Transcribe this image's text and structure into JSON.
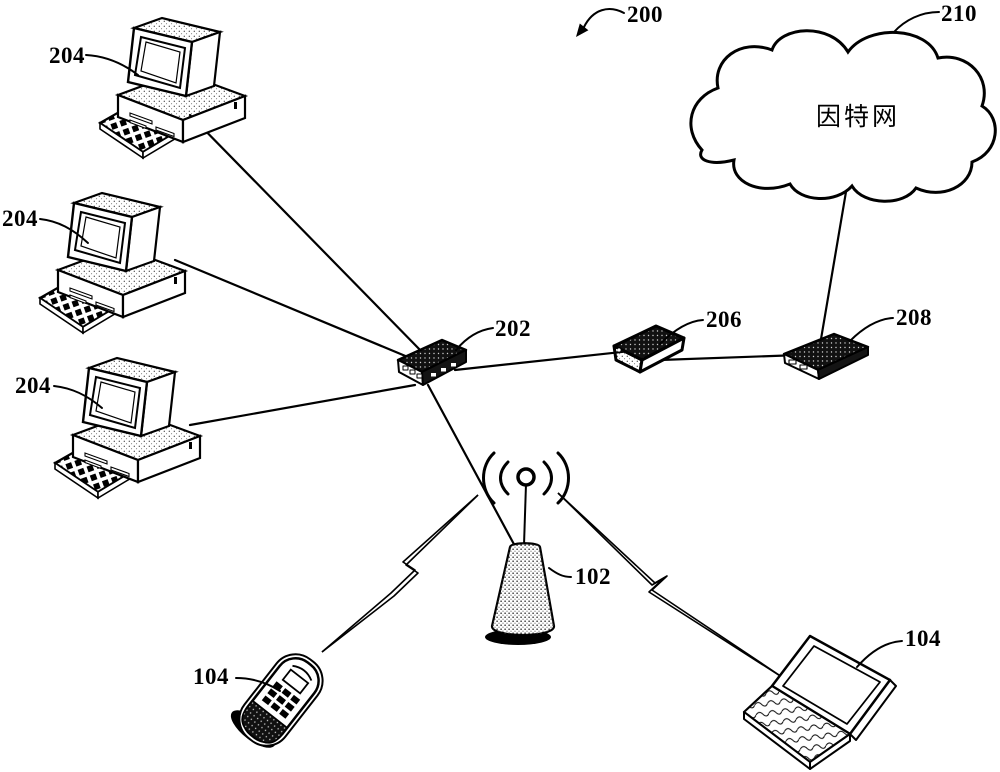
{
  "figure_labels": {
    "system_ref": "200",
    "internet_ref": "210",
    "internet_name": "因特网",
    "computer_top_ref": "204",
    "computer_mid_ref": "204",
    "computer_bottom_ref": "204",
    "switch_ref": "202",
    "modem_ref": "206",
    "gateway_ref": "208",
    "base_station_ref": "102",
    "phone_ref": "104",
    "laptop_ref": "104"
  },
  "colors": {
    "ink": "#000000",
    "paper": "#ffffff"
  }
}
